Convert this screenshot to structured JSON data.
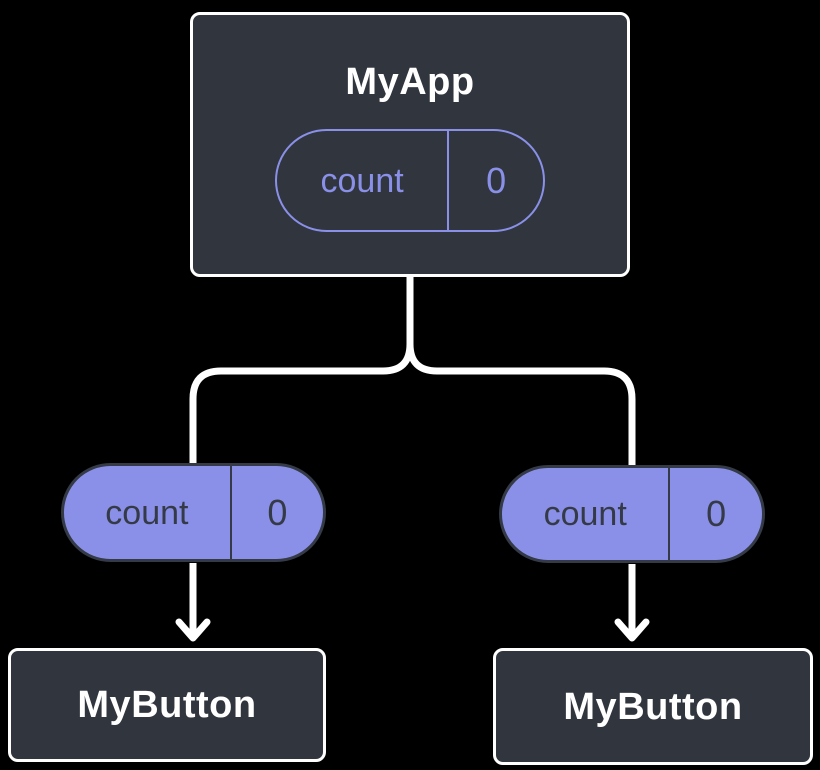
{
  "diagram": {
    "description": "React component tree: parent state passed down as props",
    "background_color": "#000000",
    "node_fill_color": "#30353e",
    "node_border_color": "#ffffff",
    "accent_purple": "#8a90e8",
    "pill_dark_text_color": "#353b46",
    "connector_color": "#ffffff",
    "root": {
      "title": "MyApp",
      "state": {
        "name": "count",
        "value": "0"
      }
    },
    "children": [
      {
        "title": "MyButton",
        "prop": {
          "name": "count",
          "value": "0"
        }
      },
      {
        "title": "MyButton",
        "prop": {
          "name": "count",
          "value": "0"
        }
      }
    ]
  }
}
